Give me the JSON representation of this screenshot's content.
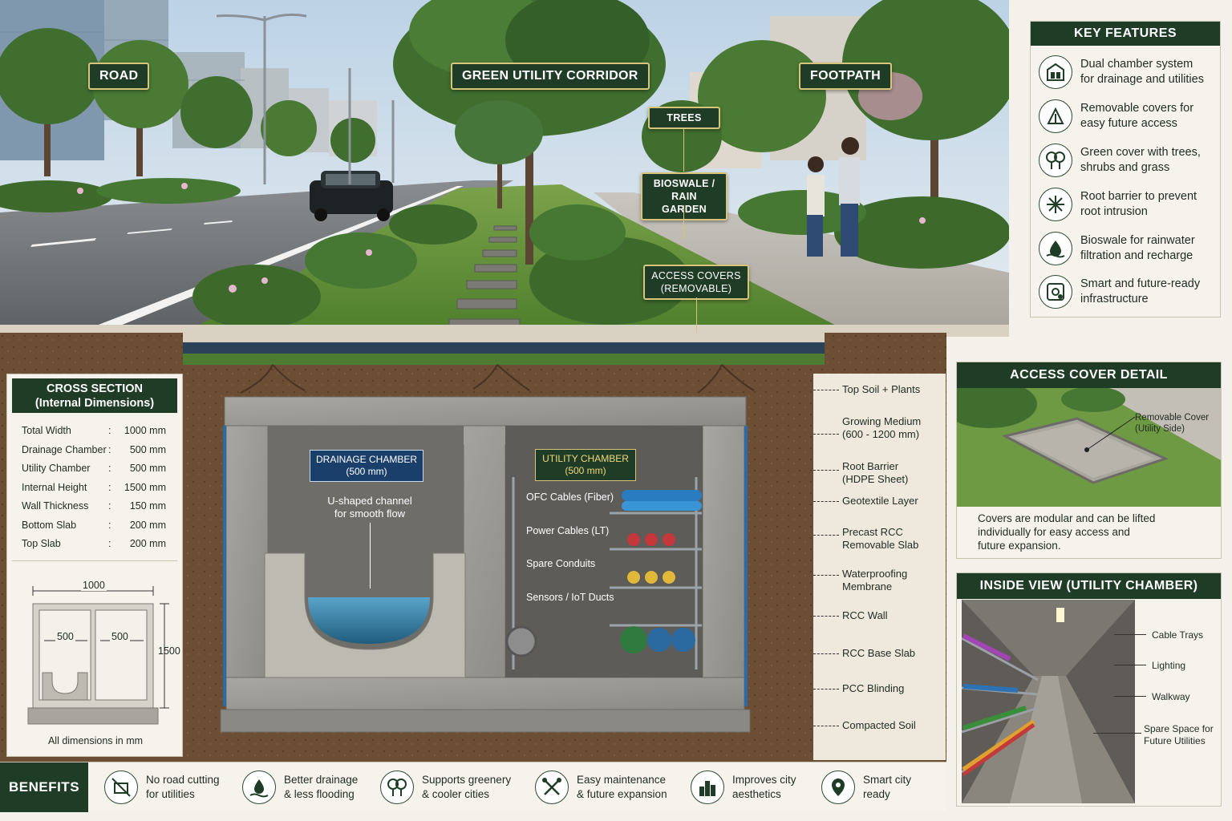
{
  "scene_labels": {
    "road": "ROAD",
    "corridor": "GREEN UTILITY CORRIDOR",
    "footpath": "FOOTPATH",
    "trees": "TREES",
    "bioswale_line1": "BIOSWALE /",
    "bioswale_line2": "RAIN GARDEN",
    "access_line1": "ACCESS COVERS",
    "access_line2": "(REMOVABLE)"
  },
  "key_features": {
    "title": "KEY FEATURES",
    "items": [
      {
        "icon": "chamber-icon",
        "line1": "Dual chamber system",
        "line2": "for drainage and utilities"
      },
      {
        "icon": "cover-icon",
        "line1": "Removable covers for",
        "line2": "easy future access"
      },
      {
        "icon": "trees-icon",
        "line1": "Green cover with trees,",
        "line2": "shrubs and grass"
      },
      {
        "icon": "root-icon",
        "line1": "Root barrier to prevent",
        "line2": "root intrusion"
      },
      {
        "icon": "water-drop-icon",
        "line1": "Bioswale for rainwater",
        "line2": "filtration and recharge"
      },
      {
        "icon": "smart-icon",
        "line1": "Smart and future-ready",
        "line2": "infrastructure"
      }
    ]
  },
  "cross_section": {
    "title_line1": "CROSS SECTION",
    "title_line2": "(Internal Dimensions)",
    "rows": [
      {
        "k": "Total Width",
        "v": "1000 mm"
      },
      {
        "k": "Drainage Chamber",
        "v": "500 mm"
      },
      {
        "k": "Utility Chamber",
        "v": "500 mm"
      },
      {
        "k": "Internal Height",
        "v": "1500 mm"
      },
      {
        "k": "Wall Thickness",
        "v": "150 mm"
      },
      {
        "k": "Bottom Slab",
        "v": "200 mm"
      },
      {
        "k": "Top Slab",
        "v": "200 mm"
      }
    ],
    "sep": ":",
    "diagram": {
      "total": "1000",
      "left": "500",
      "right": "500",
      "height": "1500"
    },
    "note": "All dimensions in mm"
  },
  "chambers": {
    "drainage_line1": "DRAINAGE CHAMBER",
    "drainage_line2": "(500 mm)",
    "drainage_note1": "U-shaped channel",
    "drainage_note2": "for smooth flow",
    "utility_line1": "UTILITY CHAMBER",
    "utility_line2": "(500 mm)",
    "ofc": "OFC Cables (Fiber)",
    "power": "Power Cables (LT)",
    "spare": "Spare Conduits",
    "sensors": "Sensors / IoT Ducts"
  },
  "layers": [
    {
      "line1": "Top Soil + Plants",
      "line2": ""
    },
    {
      "line1": "Growing Medium",
      "line2": "(600 - 1200 mm)"
    },
    {
      "line1": "Root Barrier",
      "line2": "(HDPE Sheet)"
    },
    {
      "line1": "Geotextile Layer",
      "line2": ""
    },
    {
      "line1": "Precast RCC",
      "line2": "Removable Slab"
    },
    {
      "line1": "Waterproofing",
      "line2": "Membrane"
    },
    {
      "line1": "RCC Wall",
      "line2": ""
    },
    {
      "line1": "RCC Base Slab",
      "line2": ""
    },
    {
      "line1": "PCC Blinding",
      "line2": ""
    },
    {
      "line1": "Compacted Soil",
      "line2": ""
    }
  ],
  "access_detail": {
    "title": "ACCESS COVER DETAIL",
    "callout_line1": "Removable Cover",
    "callout_line2": "(Utility Side)",
    "text_line1": "Covers are modular and can be lifted",
    "text_line2": "individually for easy access and",
    "text_line3": "future expansion."
  },
  "inside_view": {
    "title": "INSIDE VIEW (UTILITY CHAMBER)",
    "cable_trays": "Cable Trays",
    "lighting": "Lighting",
    "walkway": "Walkway",
    "spare_line1": "Spare Space for",
    "spare_line2": "Future Utilities"
  },
  "benefits": {
    "title": "BENEFITS",
    "items": [
      {
        "icon": "no-cut-icon",
        "line1": "No road cutting",
        "line2": "for utilities"
      },
      {
        "icon": "drainage-icon",
        "line1": "Better drainage",
        "line2": "& less flooding"
      },
      {
        "icon": "greenery-icon",
        "line1": "Supports greenery",
        "line2": "& cooler cities"
      },
      {
        "icon": "tools-icon",
        "line1": "Easy maintenance",
        "line2": "& future expansion"
      },
      {
        "icon": "city-icon",
        "line1": "Improves city",
        "line2": "aesthetics"
      },
      {
        "icon": "smart-city-icon",
        "line1": "Smart city",
        "line2": "ready"
      }
    ]
  },
  "colors": {
    "brand_green": "#1f3d26",
    "accent_gold": "#d8c47a",
    "water": "#3d8fb8"
  }
}
